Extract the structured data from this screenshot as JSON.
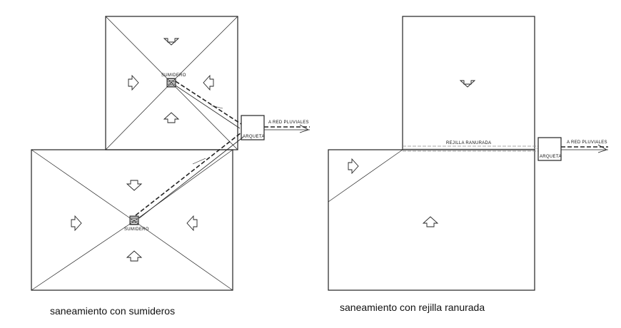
{
  "left_plan": {
    "drain_upper_label": "SUMIDERO",
    "drain_lower_label": "SUMIDERO",
    "manhole_label": "ARQUETA",
    "outlet_label": "A RED PLUVIALES",
    "caption": "saneamiento con sumideros"
  },
  "right_plan": {
    "grate_label": "REJILLA RANURADA",
    "manhole_label": "ARQUETA",
    "outlet_label": "A RED PLUVIALES",
    "caption": "saneamiento con rejilla ranurada"
  },
  "icons": {
    "flow_arrow": "hollow-arrow-icon",
    "drain": "hatched-square-drain-icon"
  }
}
